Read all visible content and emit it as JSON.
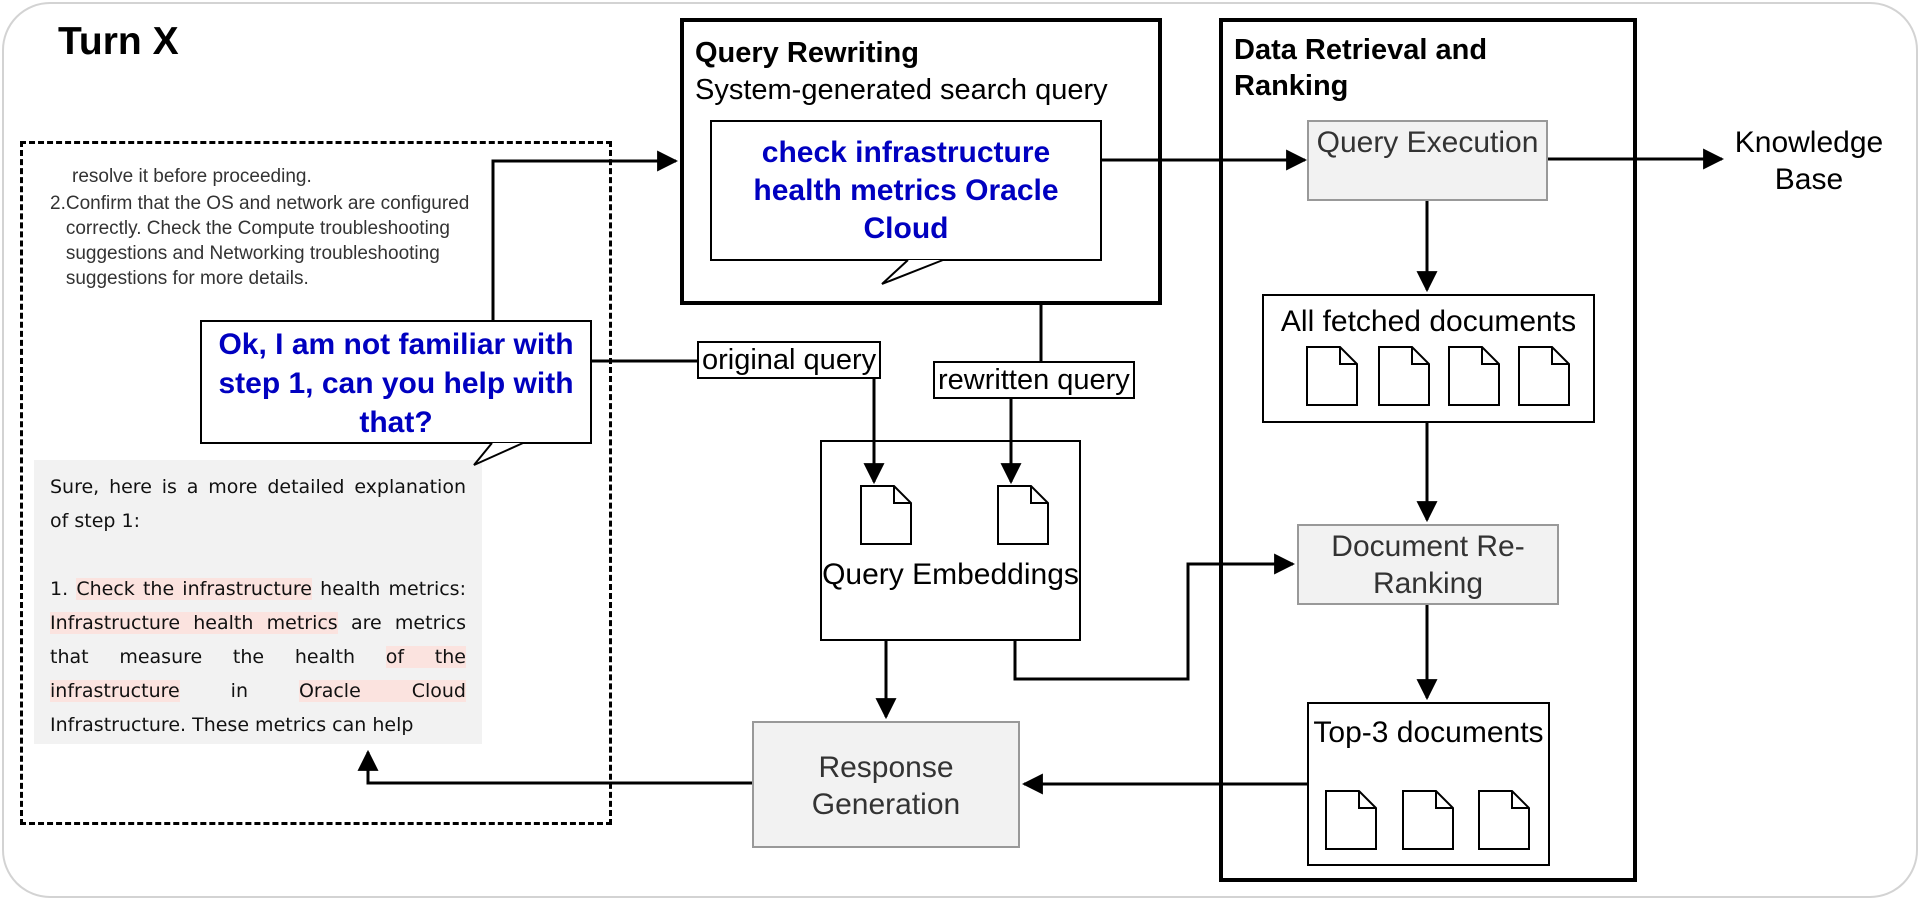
{
  "turn_title": "Turn X",
  "chat": {
    "previous_lead": "resolve it before proceeding.",
    "previous_item_number": "2.",
    "previous_item": "Confirm that the OS and network are configured correctly. Check the Compute troubleshooting suggestions and Networking troubleshooting suggestions for more details.",
    "user_message": "Ok, I am not familiar with step 1, can you help with that?",
    "assistant": {
      "intro": "Sure, here is a more detailed explanation of step 1:",
      "num": "1.",
      "hl_1": "Check the infrastructure",
      "text_1": " health metrics: ",
      "hl_2": "Infrastructure health metrics",
      "text_2": " are metrics that measure the health ",
      "hl_3": "of the infrastructure",
      "text_3": " in ",
      "hl_4": "Oracle Cloud",
      "text_4": " Infrastructure. These metrics can help"
    }
  },
  "query_rewriting": {
    "title": "Query Rewriting",
    "subtitle": "System-generated search query",
    "rewritten_query": "check infrastructure health metrics Oracle Cloud"
  },
  "data_retrieval": {
    "title": "Data Retrieval and Ranking",
    "query_execution": "Query Execution",
    "all_fetched": "All fetched documents",
    "reranking": "Document Re-Ranking",
    "top3": "Top-3 documents"
  },
  "knowledge_base": "Knowledge Base",
  "query_embeddings": "Query Embeddings",
  "response_generation": "Response Generation",
  "labels": {
    "original_query": "original query",
    "rewritten_query": "rewritten query"
  },
  "colors": {
    "query_text": "#0000c0",
    "highlight": "#fbe3df",
    "process_box": "#f2f2f2"
  }
}
